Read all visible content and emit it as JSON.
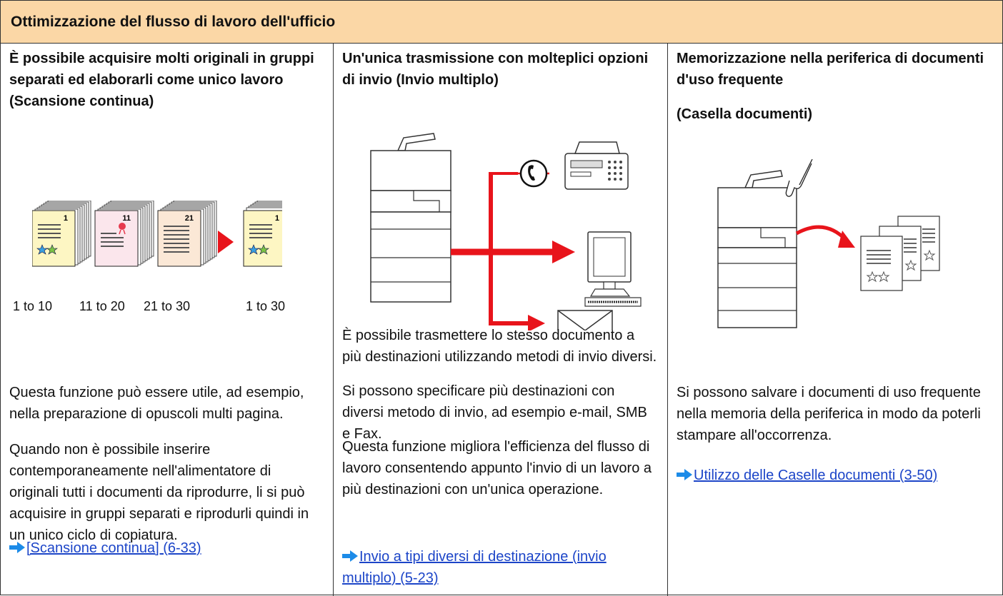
{
  "header": {
    "title": "Ottimizzazione del flusso di lavoro dell'ufficio"
  },
  "columns": [
    {
      "heading": "È possibile acquisire molti originali in gruppi separati ed elaborarli come unico lavoro (Scansione continua)",
      "illustration": {
        "stacks": [
          {
            "page_number": "1",
            "caption": "1 to 10",
            "color": "#fdf6c3"
          },
          {
            "page_number": "11",
            "caption": "11 to 20",
            "color": "#fbe6ec"
          },
          {
            "page_number": "21",
            "caption": "21 to 30",
            "color": "#fbe8d6"
          }
        ],
        "result": {
          "page_number": "1",
          "caption": "1 to 30",
          "color": "#fdf6c3"
        },
        "arrow_color": "#e8141b"
      },
      "paragraphs": [
        "Questa funzione può essere utile, ad esempio, nella preparazione di opuscoli multi pagina.",
        "Quando non è possibile inserire contemporaneamente nell'alimentatore di originali tutti i documenti da riprodurre, li si può acquisire in gruppi separati e riprodurli quindi in un unico ciclo di copiatura."
      ],
      "link": "[Scansione continua] (6-33)"
    },
    {
      "heading": "Un'unica trasmissione con molteplici opzioni di invio (Invio multiplo)",
      "paragraphs": [
        "È possibile trasmettere lo stesso documento a più destinazioni utilizzando metodi di invio diversi.",
        "Si possono specificare più destinazioni con diversi metodo di invio, ad esempio e-mail, SMB e Fax.",
        "Questa funzione migliora l'efficienza del flusso di lavoro consentendo appunto l'invio di un lavoro a più destinazioni con un'unica operazione."
      ],
      "link": "Invio a tipi diversi di destinazione (invio multiplo) (5-23)"
    },
    {
      "heading": "Memorizzazione nella periferica di documenti d'uso frequente",
      "subheading": "(Casella documenti)",
      "paragraphs": [
        "Si possono salvare i documenti di uso frequente nella memoria della periferica in modo da poterli stampare all'occorrenza."
      ],
      "link": "Utilizzo delle Caselle documenti (3-50)"
    }
  ],
  "colors": {
    "header_bg": "#fbd7a6",
    "link": "#1c45c8",
    "accent_red": "#e8141b"
  }
}
